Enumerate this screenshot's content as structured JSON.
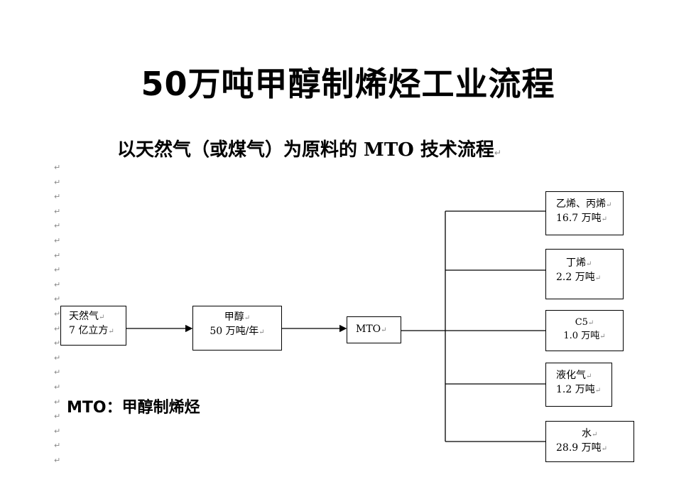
{
  "title": "50万吨甲醇制烯烃工业流程",
  "subtitle": "以天然气（或煤气）为原料的 MTO 技术流程",
  "return_mark": "↵",
  "flow": {
    "natural_gas": {
      "line1": "天然气",
      "line2": "7 亿立方"
    },
    "methanol": {
      "line1": "甲醇",
      "line2": "50 万吨/年"
    },
    "mto": {
      "label": "MTO"
    }
  },
  "products": [
    {
      "line1": "乙烯、丙烯",
      "line2": "16.7 万吨"
    },
    {
      "line1": "丁烯",
      "line2": "2.2 万吨"
    },
    {
      "line1": "C5",
      "line2": "1.0 万吨"
    },
    {
      "line1": "液化气",
      "line2": "1.2 万吨"
    },
    {
      "line1": "水",
      "line2": "28.9 万吨"
    }
  ],
  "note": "MTO：甲醇制烯烃"
}
